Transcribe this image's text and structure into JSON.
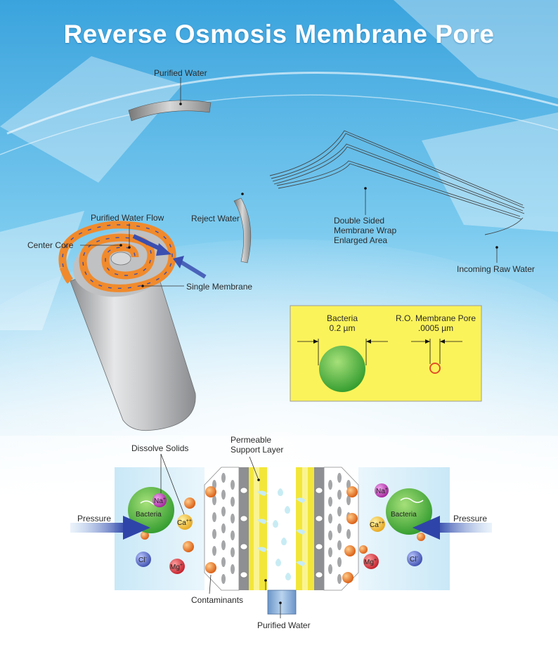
{
  "title": "Reverse Osmosis Membrane Pore",
  "labels": {
    "purified_water_top": "Purified Water",
    "purified_water_flow": "Purified Water Flow",
    "reject_water": "Reject Water",
    "center_core": "Center Core",
    "single_membrane": "Single Membrane",
    "double_sided_1": "Double Sided",
    "double_sided_2": "Membrane Wrap",
    "double_sided_3": "Enlarged Area",
    "incoming_raw_water": "Incoming Raw Water",
    "dissolve_solids": "Dissolve Solids",
    "permeable_1": "Permeable",
    "permeable_2": "Support Layer",
    "pressure_left": "Pressure",
    "pressure_right": "Pressure",
    "contaminants": "Contaminants",
    "purified_water_bottom": "Purified Water"
  },
  "size_box": {
    "bacteria_label": "Bacteria",
    "bacteria_size": "0.2 µm",
    "pore_label": "R.O. Membrane Pore",
    "pore_size": ".0005 µm"
  },
  "ions": {
    "na": "Na",
    "na_charge": "+",
    "ca": "Ca",
    "ca_charge": "++",
    "cl": "Cl",
    "cl_charge": "-",
    "mg": "Mg",
    "mg_charge": "+",
    "bacteria": "Bacteria"
  },
  "colors": {
    "sky": "#5bb8e6",
    "membrane_orange": "#f08a2c",
    "arrow_blue": "#3a4fb0",
    "yellow_box": "#fbf35a",
    "bacteria_green": "#49b63a",
    "support_yellow": "#f3e63a"
  }
}
